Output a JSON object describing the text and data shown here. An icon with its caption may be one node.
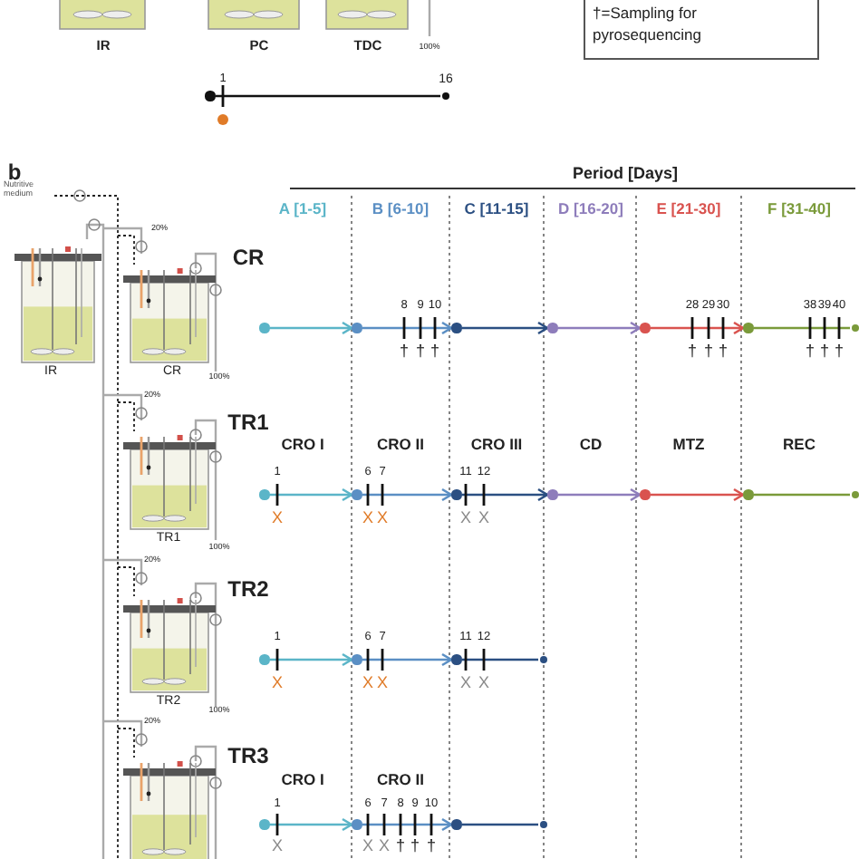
{
  "diagram": {
    "nodes": [
      {
        "text": [],
        "shape": "circle"
      },
      {
        "text": [],
        "shape": "circle"
      },
      {
        "text": [],
        "shape": "circle"
      },
      {
        "text": [],
        "shape": "circle"
      },
      {
        "text": [],
        "shape": "circle"
      },
      {
        "text": [],
        "shape": "circle"
      },
      {
        "text": [],
        "shape": "circle"
      },
      {
        "text": [],
        "shape": "circle"
      },
      {
        "text": [],
        "shape": "circle"
      },
      {
        "text": [],
        "shape": "circle"
      },
      {
        "text": [],
        "shape": "circle"
      },
      {
        "text": [],
        "shape": "circle"
      },
      {
        "text": [],
        "shape": "circle"
      },
      {
        "text": [],
        "shape": "circle"
      },
      {
        "text": [],
        "shape": "circle"
      },
      {
        "text": [],
        "shape": "circle"
      },
      {
        "text": [],
        "shape": "circle"
      },
      {
        "text": [],
        "shape": "circle"
      },
      {
        "text": [],
        "shape": "circle"
      },
      {
        "text": [],
        "shape": "circle"
      },
      {
        "text": [],
        "shape": "circle"
      },
      {
        "text": [],
        "shape": "circle"
      },
      {
        "text": [],
        "shape": "circle"
      },
      {
        "text": [],
        "shape": "circle"
      }
    ],
    "edges": [
      {
        "from": 0,
        "to": 1,
        "arrow": "none",
        "color": "#111111"
      },
      {
        "from": 2,
        "to": 3,
        "arrow": "to",
        "color": "#5bb5c8"
      },
      {
        "from": 3,
        "to": 4,
        "arrow": "to",
        "color": "#5b8fc4"
      },
      {
        "from": 4,
        "to": 5,
        "arrow": "to",
        "color": "#2b4f82"
      },
      {
        "from": 5,
        "to": 6,
        "arrow": "to",
        "color": "#8e7dbb"
      },
      {
        "from": 6,
        "to": 7,
        "arrow": "to",
        "color": "#d9534f"
      },
      {
        "from": 7,
        "to": 8,
        "arrow": "none",
        "color": "#7a9a3a"
      },
      {
        "from": 9,
        "to": 10,
        "arrow": "to",
        "color": "#5bb5c8"
      },
      {
        "from": 10,
        "to": 11,
        "arrow": "to",
        "color": "#5b8fc4"
      },
      {
        "from": 11,
        "to": 12,
        "arrow": "to",
        "color": "#2b4f82"
      },
      {
        "from": 12,
        "to": 13,
        "arrow": "to",
        "color": "#8e7dbb"
      },
      {
        "from": 13,
        "to": 14,
        "arrow": "to",
        "color": "#d9534f"
      },
      {
        "from": 14,
        "to": 15,
        "arrow": "none",
        "color": "#7a9a3a"
      },
      {
        "from": 16,
        "to": 17,
        "arrow": "to",
        "color": "#5bb5c8"
      },
      {
        "from": 17,
        "to": 18,
        "arrow": "to",
        "color": "#5b8fc4"
      },
      {
        "from": 18,
        "to": 19,
        "arrow": "none",
        "color": "#2b4f82"
      },
      {
        "from": 20,
        "to": 21,
        "arrow": "to",
        "color": "#5bb5c8"
      },
      {
        "from": 21,
        "to": 22,
        "arrow": "to",
        "color": "#5b8fc4"
      },
      {
        "from": 22,
        "to": 23,
        "arrow": "none",
        "color": "#2b4f82"
      }
    ],
    "labels": [
      "†=Sampling for pyrosequencing",
      "IR",
      "PC",
      "TDC",
      "100%",
      "1",
      "16",
      "b",
      "Period [Days]",
      "Nutritive medium",
      "A [1-5]",
      "B [6-10]",
      "C [11-15]",
      "D [16-20]",
      "E [21-30]",
      "F [31-40]",
      "20%",
      "CR",
      "8",
      "9",
      "10",
      "28",
      "29",
      "30",
      "38",
      "39",
      "40",
      "†",
      "†",
      "†",
      "†",
      "†",
      "†",
      "†",
      "†",
      "†",
      "IR",
      "CR",
      "100%",
      "20%",
      "TR1",
      "CRO I",
      "CRO II",
      "CRO III",
      "CD",
      "MTZ",
      "REC",
      "1",
      "6",
      "7",
      "11",
      "12",
      "X",
      "X",
      "X",
      "X",
      "X",
      "TR1",
      "100%",
      "20%",
      "TR2",
      "1",
      "6",
      "7",
      "11",
      "12",
      "X",
      "X",
      "X",
      "X",
      "X",
      "TR2",
      "100%",
      "20%",
      "TR3",
      "CRO I",
      "CRO II",
      "1",
      "6",
      "7",
      "8",
      "9",
      "10",
      "X",
      "X",
      "X",
      "†",
      "†",
      "†"
    ]
  }
}
